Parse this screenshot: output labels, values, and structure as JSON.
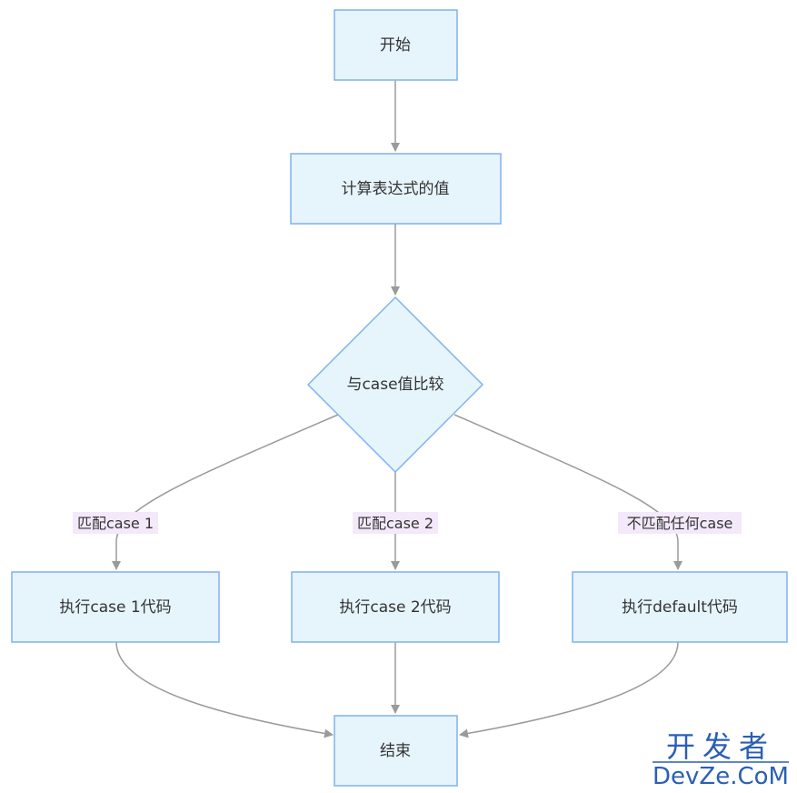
{
  "nodes": {
    "start": "开始",
    "evaluate": "计算表达式的值",
    "compare": "与case值比较",
    "case1": "执行case 1代码",
    "case2": "执行case 2代码",
    "default": "执行default代码",
    "end": "结束"
  },
  "edge_labels": {
    "match1": "匹配case 1",
    "match2": "匹配case 2",
    "nomatch": "不匹配任何case"
  },
  "watermark": {
    "cn": "开发者",
    "en": "DevZe.CoM"
  },
  "colors": {
    "node_fill": "#e6f4fc",
    "node_border": "#7fb2f0",
    "edge": "#9a9a9a",
    "label_bg": "#f3e9fb",
    "watermark": "#2b5fb3"
  }
}
